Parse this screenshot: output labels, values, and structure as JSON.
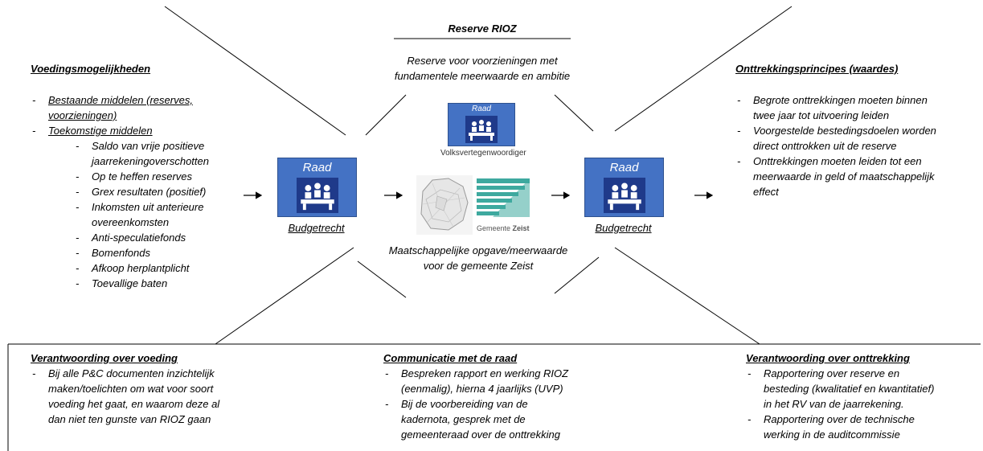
{
  "reserve": {
    "title": "Reserve RIOZ",
    "description_line1": "Reserve voor voorzieningen met",
    "description_line2": "fundamentele meerwaarde en ambitie"
  },
  "voeding": {
    "title": "Voedingsmogelijkheden",
    "item1_line1": "Bestaande middelen (reserves,",
    "item1_line2": "voorzieningen)",
    "item2": "Toekomstige middelen",
    "sub": [
      "Saldo van vrije positieve",
      "jaarrekeningoverschotten",
      "Op te heffen reserves",
      "Grex resultaten (positief)",
      "Inkomsten uit anterieure",
      "overeenkomsten",
      "Anti-speculatiefonds",
      "Bomenfonds",
      "Afkoop herplantplicht",
      "Toevallige baten"
    ]
  },
  "onttrekking": {
    "title": "Onttrekkingsprincipes (waardes)",
    "items": [
      [
        "Begrote onttrekkingen moeten binnen",
        "twee jaar tot uitvoering leiden"
      ],
      [
        "Voorgestelde bestedingsdoelen worden",
        "direct onttrokken uit de reserve"
      ],
      [
        "Onttrekkingen moeten leiden tot een",
        "meerwaarde in geld of maatschappelijk",
        "effect"
      ]
    ]
  },
  "raad": {
    "label": "Raad",
    "budget_label": "Budgetrecht",
    "volksvertegenwoordiger": "Volksvertegenwoordiger"
  },
  "gemeente": {
    "logo_text_prefix": "Gemeente",
    "logo_text_name": "Zeist",
    "maatschappelijk_line1": "Maatschappelijke opgave/meerwaarde",
    "maatschappelijk_line2": "voor de gemeente Zeist"
  },
  "bottom": {
    "left": {
      "title": "Verantwoording  over voeding",
      "lines": [
        "Bij alle P&C documenten inzichtelijk",
        "maken/toelichten om wat voor soort",
        "voeding het gaat, en waarom deze al",
        "dan niet ten gunste van RIOZ gaan"
      ]
    },
    "middle": {
      "title": "Communicatie met de raad",
      "items": [
        [
          "Bespreken rapport en werking RIOZ",
          "(eenmalig), hierna 4 jaarlijks (UVP)"
        ],
        [
          "Bij de voorbereiding van de",
          "kadernota, gesprek met de",
          "gemeenteraad over de onttrekking"
        ]
      ]
    },
    "right": {
      "title": "Verantwoording  over onttrekking",
      "items": [
        [
          "Rapportering over reserve en",
          "besteding (kwalitatief en kwantitatief)",
          "in het RV van de jaarrekening."
        ],
        [
          "Rapportering over de technische",
          "werking in de auditcommissie"
        ]
      ]
    }
  },
  "colors": {
    "raad_blue": "#4472c4",
    "raad_dark": "#1f3a8a",
    "logo_teal": "#3ea99f"
  },
  "icons": [
    "people-meeting-icon",
    "arrow-right-icon",
    "map-image",
    "gemeente-zeist-logo"
  ]
}
